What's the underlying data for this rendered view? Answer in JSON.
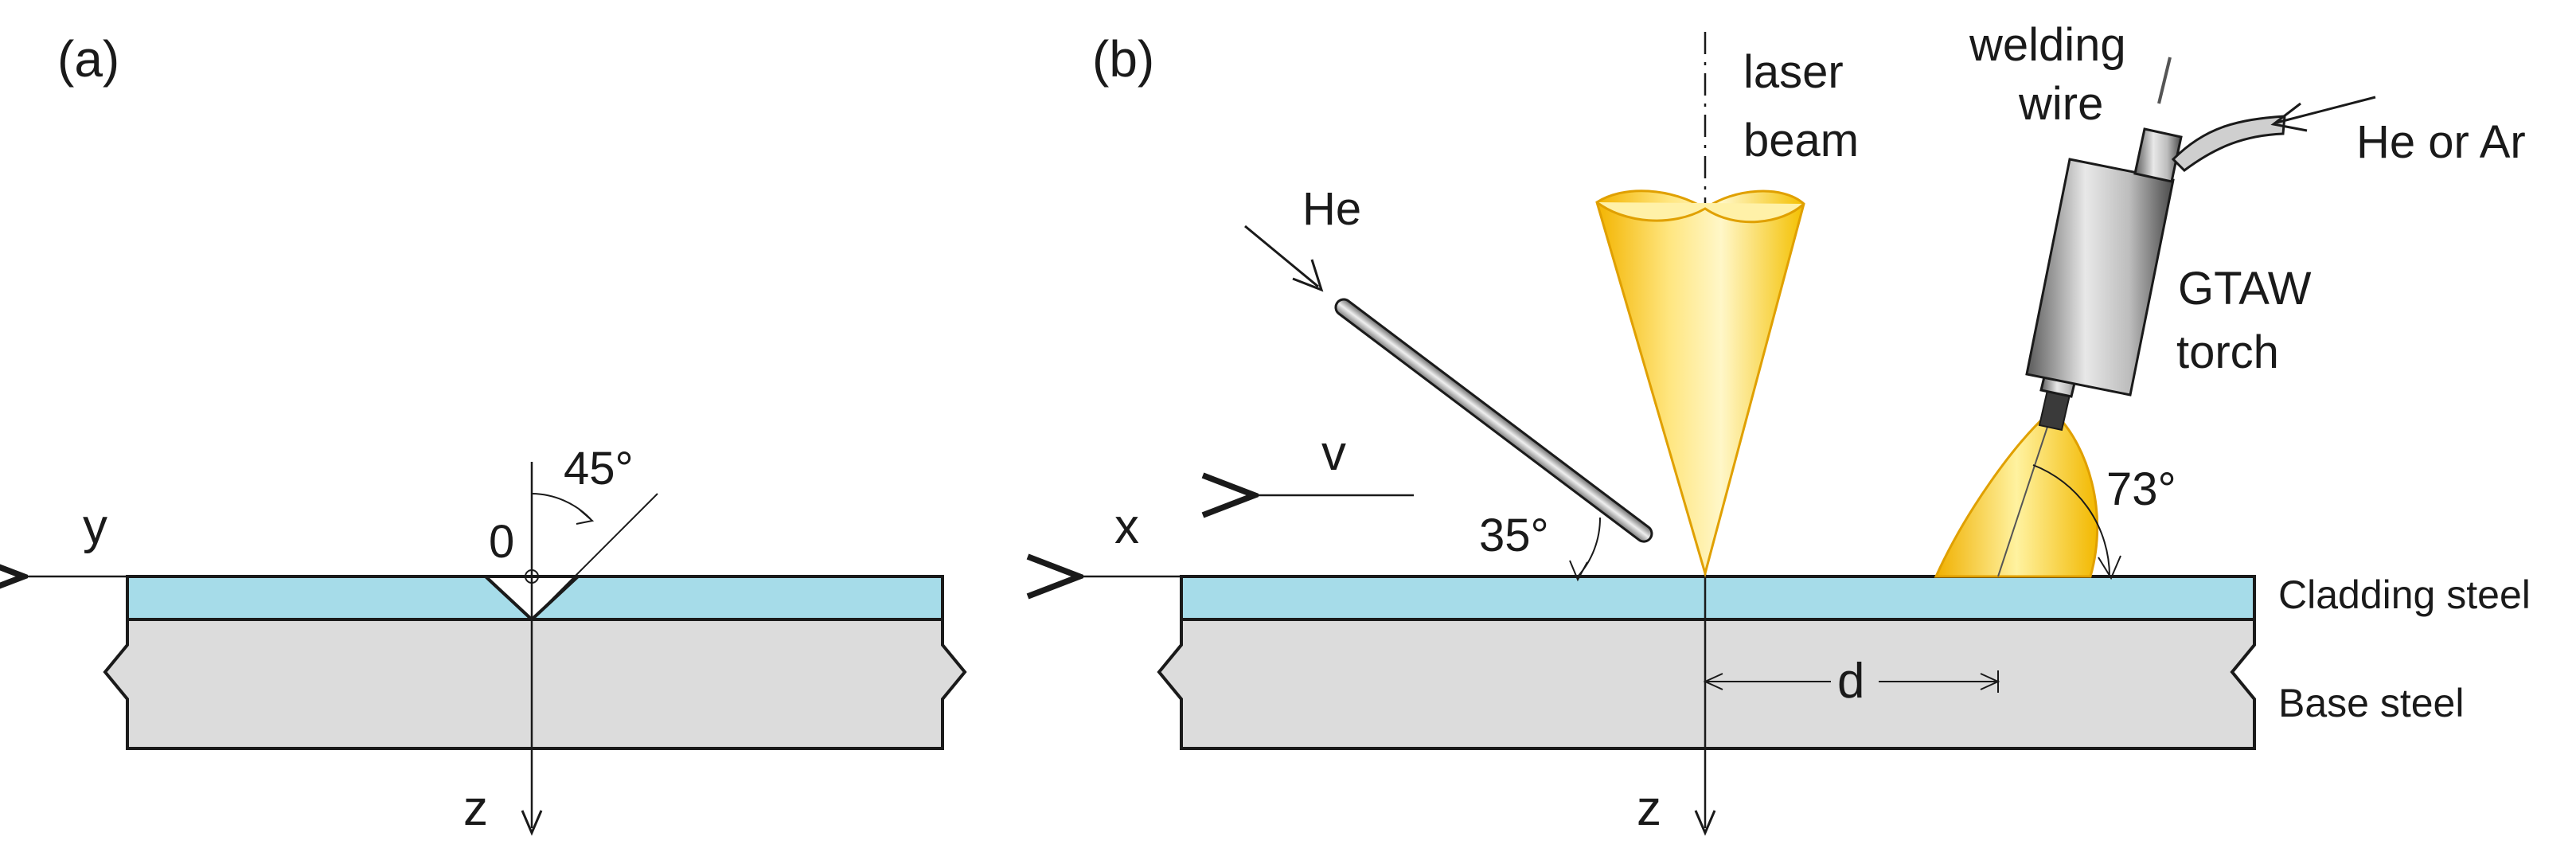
{
  "panel_a": {
    "label": "(a)",
    "axis_y": "y",
    "axis_z": "z",
    "origin": "0",
    "angle": "45°"
  },
  "panel_b": {
    "label": "(b)",
    "axis_x": "x",
    "axis_z": "z",
    "velocity": "v",
    "laser_line1": "laser",
    "laser_line2": "beam",
    "he_label": "He",
    "angle_nozzle": "35°",
    "wire_line1": "welding",
    "wire_line2": "wire",
    "shield_gas": "He or Ar",
    "torch_line1": "GTAW",
    "torch_line2": "torch",
    "angle_torch": "73°",
    "distance": "d",
    "cladding": "Cladding steel",
    "base": "Base steel"
  },
  "colors": {
    "cladding": "#a6dce9",
    "base": "#dcdcdc",
    "beam": "#f7c51a",
    "beam_light": "#fff4b0",
    "torch": "#9a9a9a"
  }
}
